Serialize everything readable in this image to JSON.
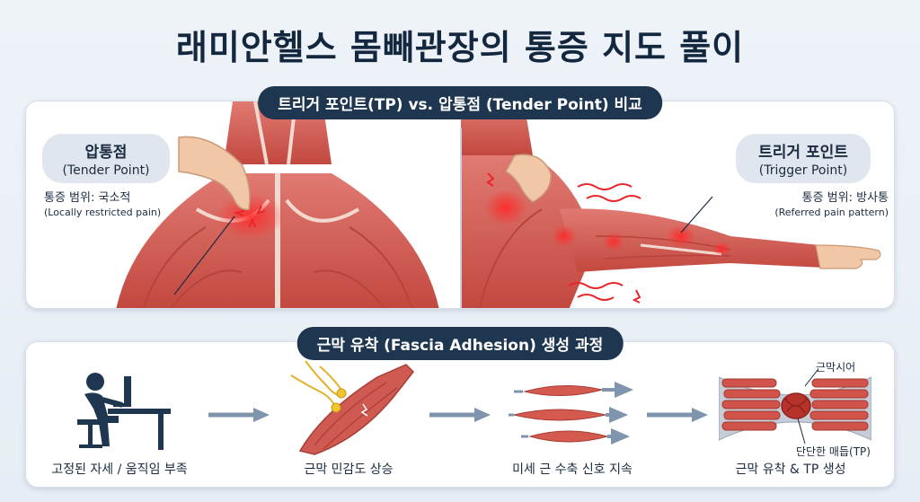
{
  "title": "래미안헬스 몸빼관장의 통증 지도 풀이",
  "comparison": {
    "heading": "트리거 포인트(TP) vs. 압통점 (Tender Point) 비교",
    "tender": {
      "title": "압통점",
      "subtitle": "(Tender Point)",
      "range_label": "통증 범위: 국소적",
      "range_note": "(Locally restricted pain)"
    },
    "trigger": {
      "title": "트리거 포인트",
      "subtitle": "(Trigger Point)",
      "range_label": "통증 범위: 방사통",
      "range_note": "(Referred pain pattern)"
    }
  },
  "process": {
    "heading": "근막 유착 (Fascia Adhesion) 생성 과정",
    "steps": [
      {
        "label": "고정된 자세 / 움직임 부족"
      },
      {
        "label": "근막 민감도 상승"
      },
      {
        "label": "미세 근 수축 신호 지속"
      },
      {
        "label": "근막 유착 & TP 생성"
      }
    ],
    "annotations": {
      "sheath": "근막시어",
      "knot": "단단한 매듭(TP)"
    }
  },
  "colors": {
    "navy": "#1f3651",
    "muscle": "#d9615a",
    "muscle_dark": "#b8433e",
    "pain": "#e8262b",
    "arrow": "#7f94ad"
  }
}
